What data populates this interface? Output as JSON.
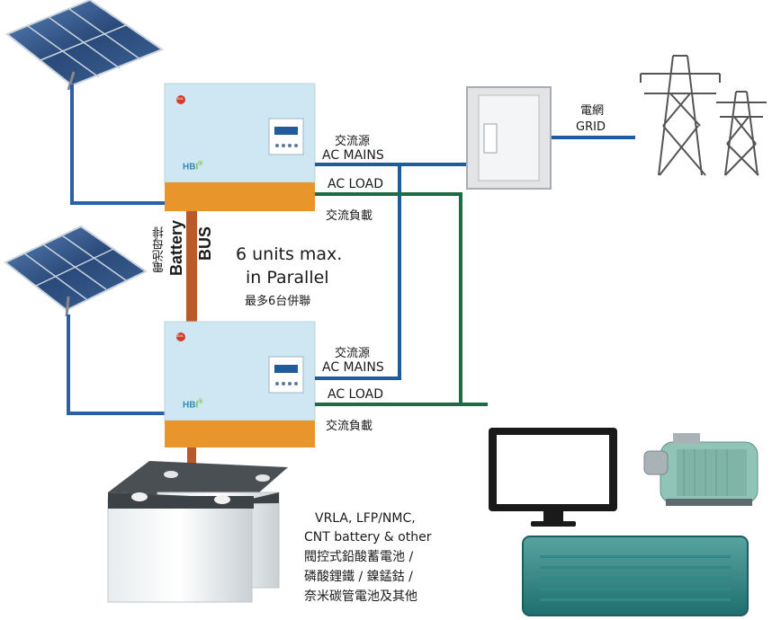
{
  "inverter": {
    "brand_prefix": "HB",
    "brand_suffix": "I",
    "mark": "®",
    "logo_text": "JDA"
  },
  "grid": {
    "label_zh": "電網",
    "label_en": "GRID"
  },
  "ac_top": {
    "mains_zh": "交流源",
    "mains_en": "AC MAINS",
    "load_en": "AC LOAD",
    "load_zh": "交流負載"
  },
  "ac_bottom": {
    "mains_zh": "交流源",
    "mains_en": "AC MAINS",
    "load_en": "AC LOAD",
    "load_zh": "交流負載"
  },
  "battery_bus": {
    "zh": "電池母排",
    "en_line1": "Battery",
    "en_line2": "BUS"
  },
  "parallel": {
    "line1": "6 units max.",
    "line2": "in Parallel",
    "zh": "最多6台併聯"
  },
  "battery_types": {
    "line1": "VRLA, LFP/NMC,",
    "line2": "CNT battery & other",
    "line3": "閥控式鉛酸蓄電池 /",
    "line4": "磷酸鋰鐵 / 鎳錳鈷 /",
    "line5": "奈米碳管電池及其他"
  },
  "colors": {
    "ac_mains_line": "#1f5c9e",
    "ac_load_line": "#1c6b45",
    "battery_bus": "#b85a2a",
    "inverter_body": "#cfe7f2",
    "inverter_base": "#e8962c",
    "pv_link": "#2b5fa6"
  }
}
